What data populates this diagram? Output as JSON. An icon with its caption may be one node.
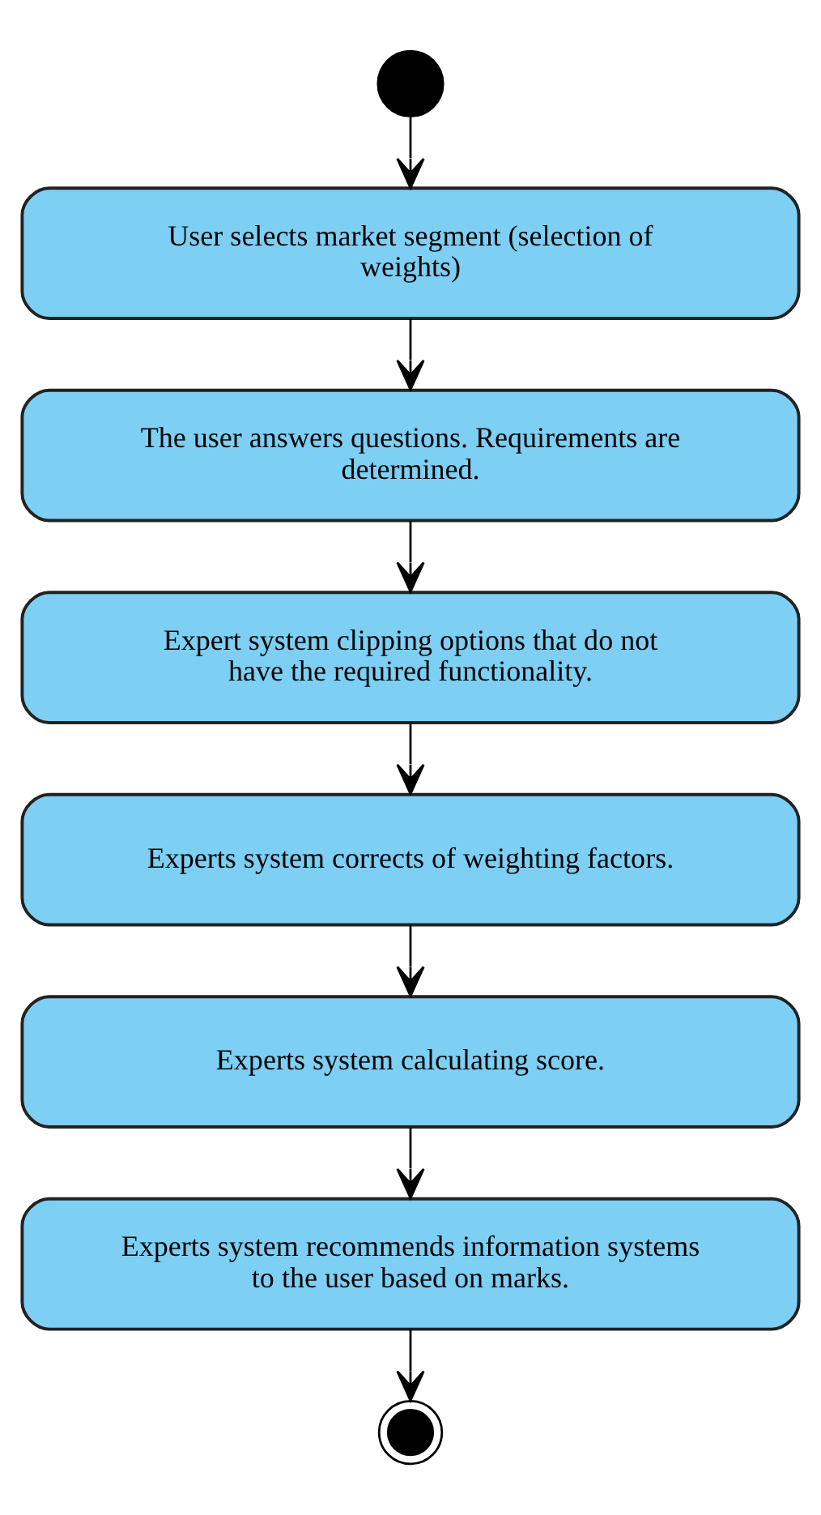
{
  "diagram": {
    "nodes": [
      {
        "text": [],
        "shape": "circle"
      },
      {
        "text": [
          "User selects market segment (selection of weights)"
        ]
      },
      {
        "text": [
          "The user answers questions. Requirements are determined."
        ]
      },
      {
        "text": [
          "Expert system clipping options that do not have the required functionality."
        ]
      },
      {
        "text": [
          "Experts system corrects of weighting factors."
        ]
      },
      {
        "text": [
          "Experts system calculating score."
        ]
      },
      {
        "text": [
          "Experts system recommends information systems to the user based on marks."
        ]
      },
      {
        "text": [],
        "shape": "circle"
      }
    ],
    "edges": [
      {
        "from": 0,
        "to": 1,
        "arrow": "to"
      },
      {
        "from": 1,
        "to": 2,
        "arrow": "to"
      },
      {
        "from": 2,
        "to": 3,
        "arrow": "to"
      },
      {
        "from": 3,
        "to": 4,
        "arrow": "to"
      },
      {
        "from": 4,
        "to": 5,
        "arrow": "to"
      },
      {
        "from": 5,
        "to": 6,
        "arrow": "to"
      },
      {
        "from": 6,
        "to": 7,
        "arrow": "to"
      }
    ]
  }
}
